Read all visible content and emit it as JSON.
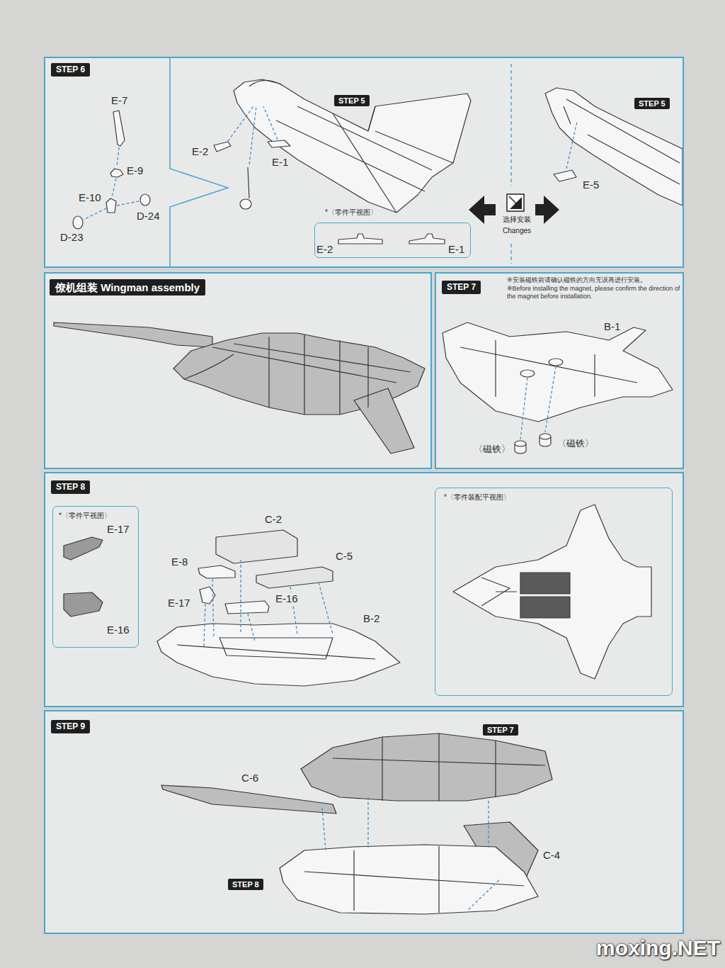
{
  "diagram": {
    "nodes": [
      {
        "text": [
          "STEP 6"
        ]
      },
      {
        "text": [
          "*〈零件平视图〉"
        ],
        "in": 0
      },
      {
        "text": [
          "选择安装",
          "Changes"
        ],
        "in": 0
      },
      {
        "text": [
          "僚机组装 Wingman assembly"
        ]
      },
      {
        "text": [
          "STEP 7",
          "※安装磁铁前请确认磁铁的方向无误再进行安装。",
          "※Before installing the magnet, please confirm the direction of the magnet before installation."
        ]
      },
      {
        "text": [
          "STEP 8"
        ]
      },
      {
        "text": [
          "*〈零件平视图〉"
        ],
        "in": 5
      },
      {
        "text": [
          "*〈零件装配平视图〉"
        ],
        "in": 5
      },
      {
        "text": [
          "STEP 9"
        ]
      }
    ],
    "labels": [
      "E-7",
      "E-9",
      "E-10",
      "D-24",
      "D-23",
      "E-2",
      "E-1",
      "STEP 5",
      "E-2",
      "E-1",
      "STEP 5",
      "E-5",
      "B-1",
      "〈磁铁〉",
      "〈磁铁〉",
      "C-2",
      "E-8",
      "C-5",
      "E-17",
      "E-16",
      "B-2",
      "E-17",
      "E-16",
      "STEP 7",
      "C-6",
      "C-4",
      "STEP 8",
      "moxing.NET"
    ]
  }
}
